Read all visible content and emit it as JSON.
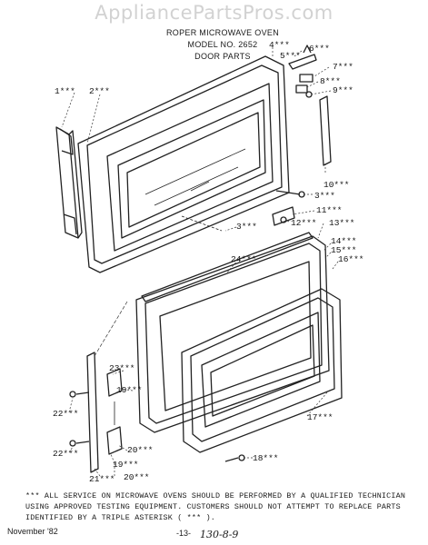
{
  "watermark": "AppliancePartsPros.com",
  "title": {
    "line1": "ROPER MICROWAVE OVEN",
    "line2": "MODEL NO. 2652",
    "line3": "DOOR PARTS"
  },
  "callouts": {
    "c1": "1***",
    "c2": "2***",
    "c3a": "3***",
    "c3b": "3***",
    "c4": "4***",
    "c5": "5***",
    "c6": "6***",
    "c7": "7***",
    "c8": "8***",
    "c9": "9***",
    "c10": "10***",
    "c11": "11***",
    "c12": "12***",
    "c13": "13***",
    "c14": "14***",
    "c15": "15***",
    "c16": "16***",
    "c17": "17***",
    "c18": "18***",
    "c19a": "19***",
    "c19b": "19***",
    "c20a": "20***",
    "c20b": "20***",
    "c21": "21***",
    "c22a": "22***",
    "c22b": "22***",
    "c23": "23***",
    "c24": "24***"
  },
  "note": "*** ALL SERVICE ON MICROWAVE OVENS SHOULD BE PERFORMED BY A QUALIFIED TECHNICIAN USING APPROVED TESTING EQUIPMENT. CUSTOMERS SHOULD NOT ATTEMPT TO REPLACE PARTS IDENTIFIED BY A TRIPLE ASTERISK ( *** ).",
  "footer": {
    "date": "November '82",
    "page": "-13-",
    "handwritten": "130-8-9"
  }
}
